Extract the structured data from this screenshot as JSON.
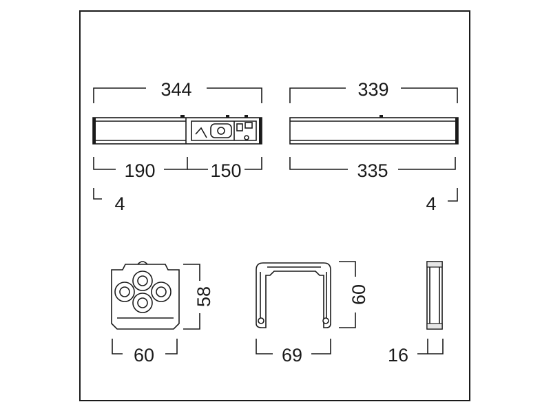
{
  "dimensions": {
    "left_total_length": "344",
    "left_section_a": "190",
    "left_section_b": "150",
    "left_end_offset": "4",
    "right_total_length": "339",
    "right_inner_length": "335",
    "right_end_offset": "4",
    "endcap_height": "58",
    "endcap_width": "60",
    "profile_height": "60",
    "profile_width": "69",
    "side_width": "16"
  }
}
